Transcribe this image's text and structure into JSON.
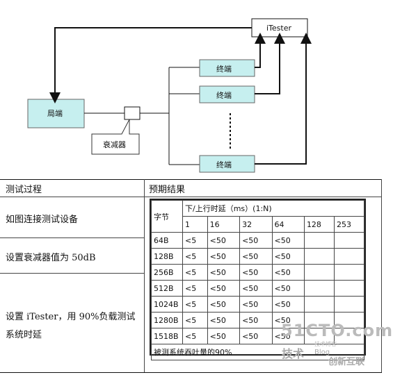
{
  "diagram": {
    "itester": "iTester",
    "local": "局端",
    "terminal": "终端",
    "attenuator": "衰减器"
  },
  "table": {
    "header_left": "测试过程",
    "header_right": "预期结果",
    "steps": [
      "如图连接测试设备",
      "设置衰减器值为 50dB",
      "设置 iTester，用 90%负载测试系统时延"
    ]
  },
  "result_table": {
    "frame_header": "字节",
    "delay_header": "下/上行时延（ms）(1:N)",
    "columns": [
      "1",
      "16",
      "32",
      "64",
      "128",
      "253"
    ],
    "rows": [
      {
        "size": "64B",
        "values": [
          "<5",
          "<50",
          "<50",
          "<50",
          "",
          ""
        ]
      },
      {
        "size": "128B",
        "values": [
          "<5",
          "<50",
          "<50",
          "<50",
          "",
          ""
        ]
      },
      {
        "size": "256B",
        "values": [
          "<5",
          "<50",
          "<50",
          "<50",
          "",
          ""
        ]
      },
      {
        "size": "512B",
        "values": [
          "<5",
          "<50",
          "<50",
          "<50",
          "",
          ""
        ]
      },
      {
        "size": "1024B",
        "values": [
          "<5",
          "<50",
          "<50",
          "<50",
          "",
          ""
        ]
      },
      {
        "size": "1280B",
        "values": [
          "<5",
          "<50",
          "<50",
          "<50",
          "",
          ""
        ]
      },
      {
        "size": "1518B",
        "values": [
          "<5",
          "<50",
          "<50",
          "<50",
          "",
          ""
        ]
      }
    ],
    "footer": "被测系统吞吐量的90%"
  },
  "watermark": {
    "main": "51CTO.com",
    "sub": "技术博客",
    "tech": "技术",
    "blog": "Blog",
    "brand": "创新互联"
  }
}
